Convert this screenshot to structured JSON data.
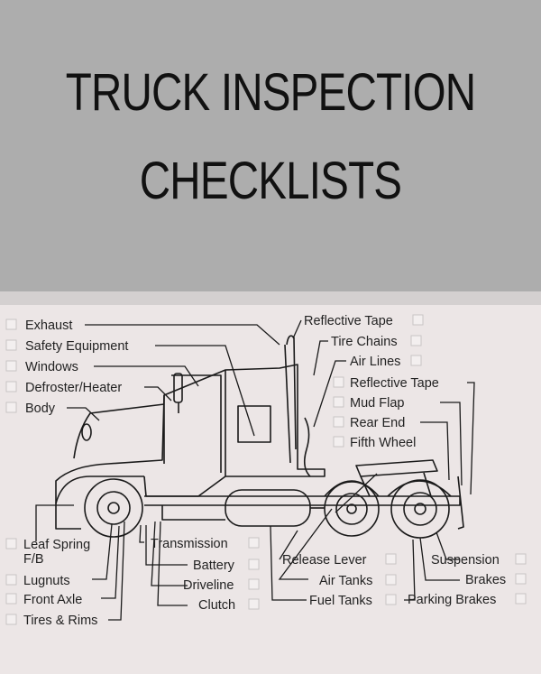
{
  "title": {
    "line1": "TRUCK INSPECTION",
    "line2": "CHECKLISTS"
  },
  "colors": {
    "banner": "#adadad",
    "background": "#ece6e6",
    "ink": "#222222"
  },
  "labels": {
    "exhaust": "Exhaust",
    "safety_equipment": "Safety Equipment",
    "windows": "Windows",
    "defroster_heater": "Defroster/Heater",
    "body": "Body",
    "reflective_tape_top": "Reflective Tape",
    "tire_chains": "Tire Chains",
    "air_lines": "Air Lines",
    "reflective_tape": "Reflective Tape",
    "mud_flap": "Mud Flap",
    "rear_end": "Rear End",
    "fifth_wheel": "Fifth Wheel",
    "leaf_spring_1": "Leaf Spring",
    "leaf_spring_2": "F/B",
    "lugnuts": "Lugnuts",
    "front_axle": "Front Axle",
    "tires_rims": "Tires & Rims",
    "transmission": "Transmission",
    "battery": "Battery",
    "driveline": "Driveline",
    "clutch": "Clutch",
    "release_lever": "Release Lever",
    "air_tanks": "Air Tanks",
    "fuel_tanks": "Fuel Tanks",
    "suspension": "Suspension",
    "brakes": "Brakes",
    "parking_brakes": "Parking Brakes"
  }
}
